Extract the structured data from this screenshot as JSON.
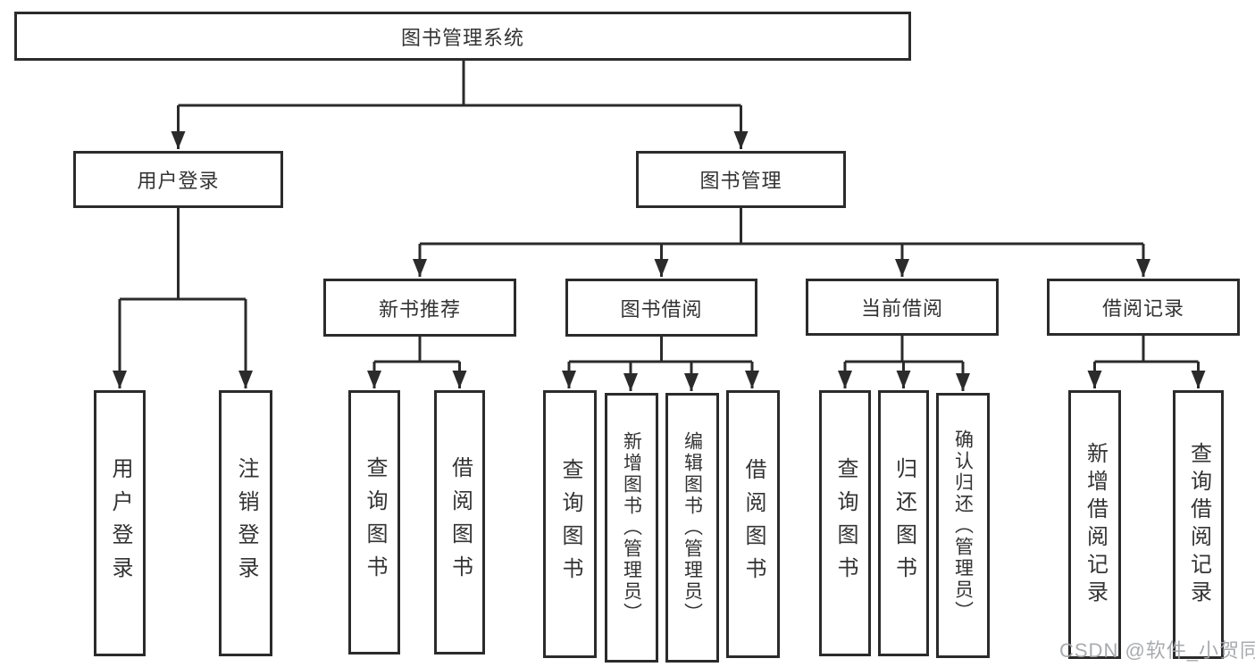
{
  "colors": {
    "line": "#2b2b2b",
    "text": "#333333",
    "watermark_gray": "#a2a4a8",
    "background": "#ffffff"
  },
  "watermark": {
    "text": "CSDN @软件_小贺同学"
  },
  "nodes": {
    "root": "图书管理系统",
    "user_login": "用户登录",
    "book_management": "图书管理",
    "new_book_recommend": "新书推荐",
    "book_borrow": "图书借阅",
    "current_borrow": "当前借阅",
    "borrow_records": "借阅记录",
    "leaf_user_login": "用户登录",
    "leaf_logout": "注销登录",
    "nb_query_books": "查询图书",
    "nb_borrow_books": "借阅图书",
    "bb_query_books": "查询图书",
    "bb_add_books": "新增图书（管理员）",
    "bb_edit_books": "编辑图书（管理员）",
    "bb_borrow_books": "借阅图书",
    "cb_query_books": "查询图书",
    "cb_return_books": "归还图书",
    "cb_confirm_return": "确认归还（管理员）",
    "br_add_record": "新增借阅记录",
    "br_query_record": "查询借阅记录"
  },
  "hierarchy": {
    "图书管理系统": {
      "用户登录": [
        "用户登录",
        "注销登录"
      ],
      "图书管理": {
        "新书推荐": [
          "查询图书",
          "借阅图书"
        ],
        "图书借阅": [
          "查询图书",
          "新增图书（管理员）",
          "编辑图书（管理员）",
          "借阅图书"
        ],
        "当前借阅": [
          "查询图书",
          "归还图书",
          "确认归还（管理员）"
        ],
        "借阅记录": [
          "新增借阅记录",
          "查询借阅记录"
        ]
      }
    }
  }
}
